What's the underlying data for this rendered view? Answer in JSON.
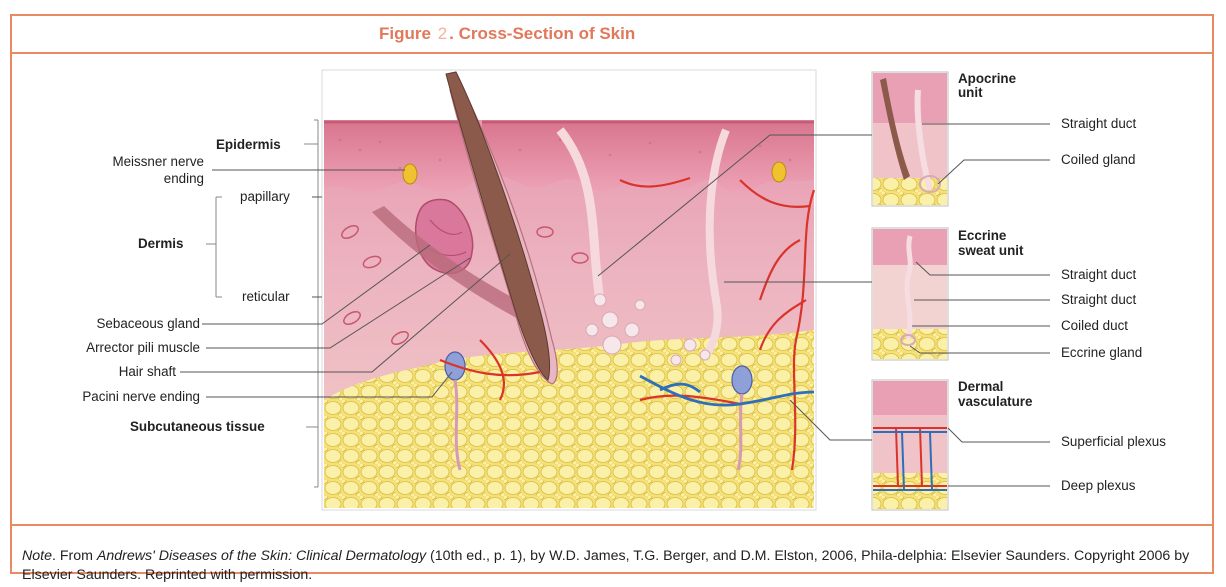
{
  "title": {
    "prefix": "Figure",
    "number": "2",
    "suffix": ". Cross-Section of Skin"
  },
  "left_labels": {
    "epidermis": "Epidermis",
    "meissner_line1": "Meissner nerve",
    "meissner_line2": "ending",
    "papillary": "papillary",
    "dermis": "Dermis",
    "reticular": "reticular",
    "sebaceous": "Sebaceous gland",
    "arrector": "Arrector pili muscle",
    "hair_shaft": "Hair shaft",
    "pacini": "Pacini nerve ending",
    "subcutaneous": "Subcutaneous tissue"
  },
  "insets": {
    "apocrine": {
      "title_line1": "Apocrine",
      "title_line2": "unit",
      "labels": [
        "Straight duct",
        "Coiled gland"
      ]
    },
    "eccrine": {
      "title_line1": "Eccrine",
      "title_line2": "sweat unit",
      "labels": [
        "Straight duct",
        "Straight duct",
        "Coiled duct",
        "Eccrine gland"
      ]
    },
    "vasculature": {
      "title_line1": "Dermal",
      "title_line2": "vasculature",
      "labels": [
        "Superficial plexus",
        "Deep plexus"
      ]
    }
  },
  "note": {
    "lead": "Note",
    "text1": ". From ",
    "book": "Andrews' Diseases of the Skin: Clinical Dermatology",
    "text2": " (10th ed., p. 1), by W.D. James, T.G. Berger, and D.M. Elston, 2006, Phila-delphia: Elsevier Saunders. Copyright 2006 by Elsevier Saunders. Reprinted with permission."
  },
  "colors": {
    "frame": "#e98a63",
    "epidermis": "#e9a0b4",
    "dermis": "#eab3bf",
    "fat": "#f4dd6a",
    "hair": "#8b5a4a",
    "artery": "#d9342b",
    "vein": "#2d6fb8"
  }
}
